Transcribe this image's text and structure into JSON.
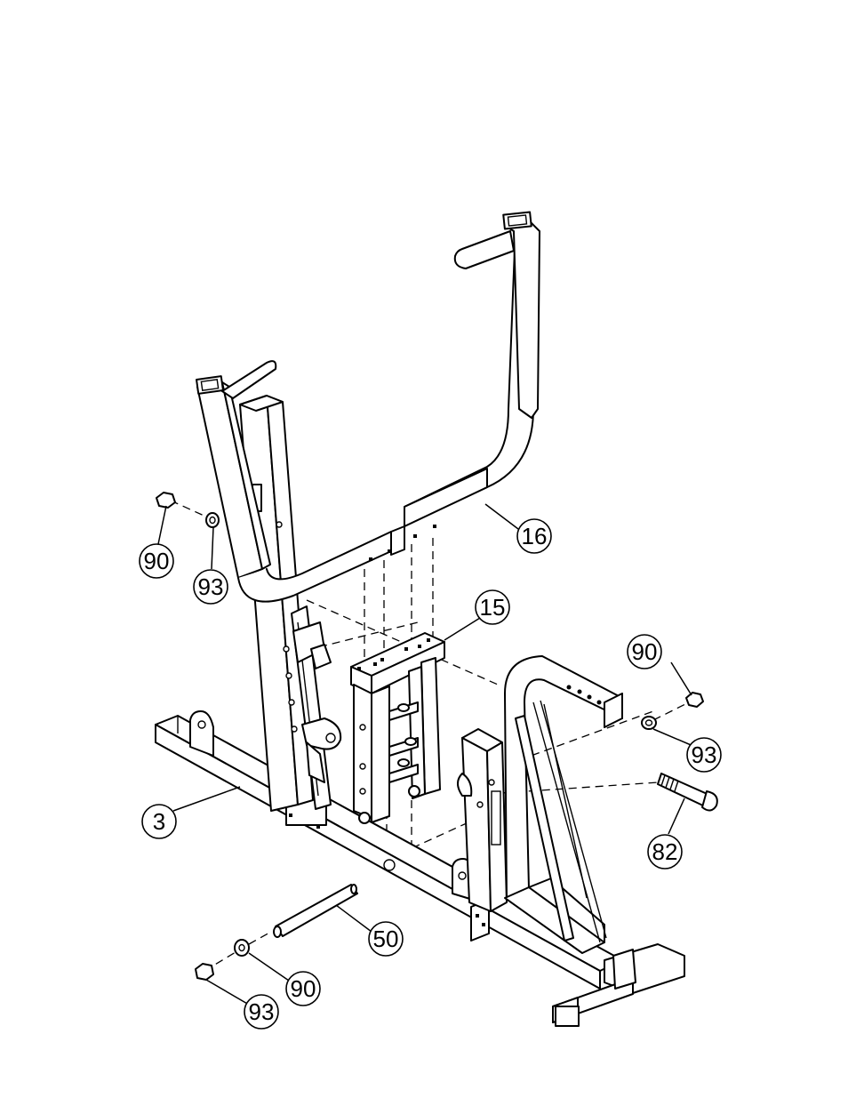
{
  "callouts": [
    {
      "id": "16",
      "label": "16"
    },
    {
      "id": "15",
      "label": "15"
    },
    {
      "id": "3",
      "label": "3"
    },
    {
      "id": "50",
      "label": "50"
    },
    {
      "id": "82",
      "label": "82"
    },
    {
      "id": "90a",
      "label": "90"
    },
    {
      "id": "93a",
      "label": "93"
    },
    {
      "id": "90b",
      "label": "90"
    },
    {
      "id": "93b",
      "label": "93"
    },
    {
      "id": "90c",
      "label": "90"
    },
    {
      "id": "93c",
      "label": "93"
    }
  ]
}
